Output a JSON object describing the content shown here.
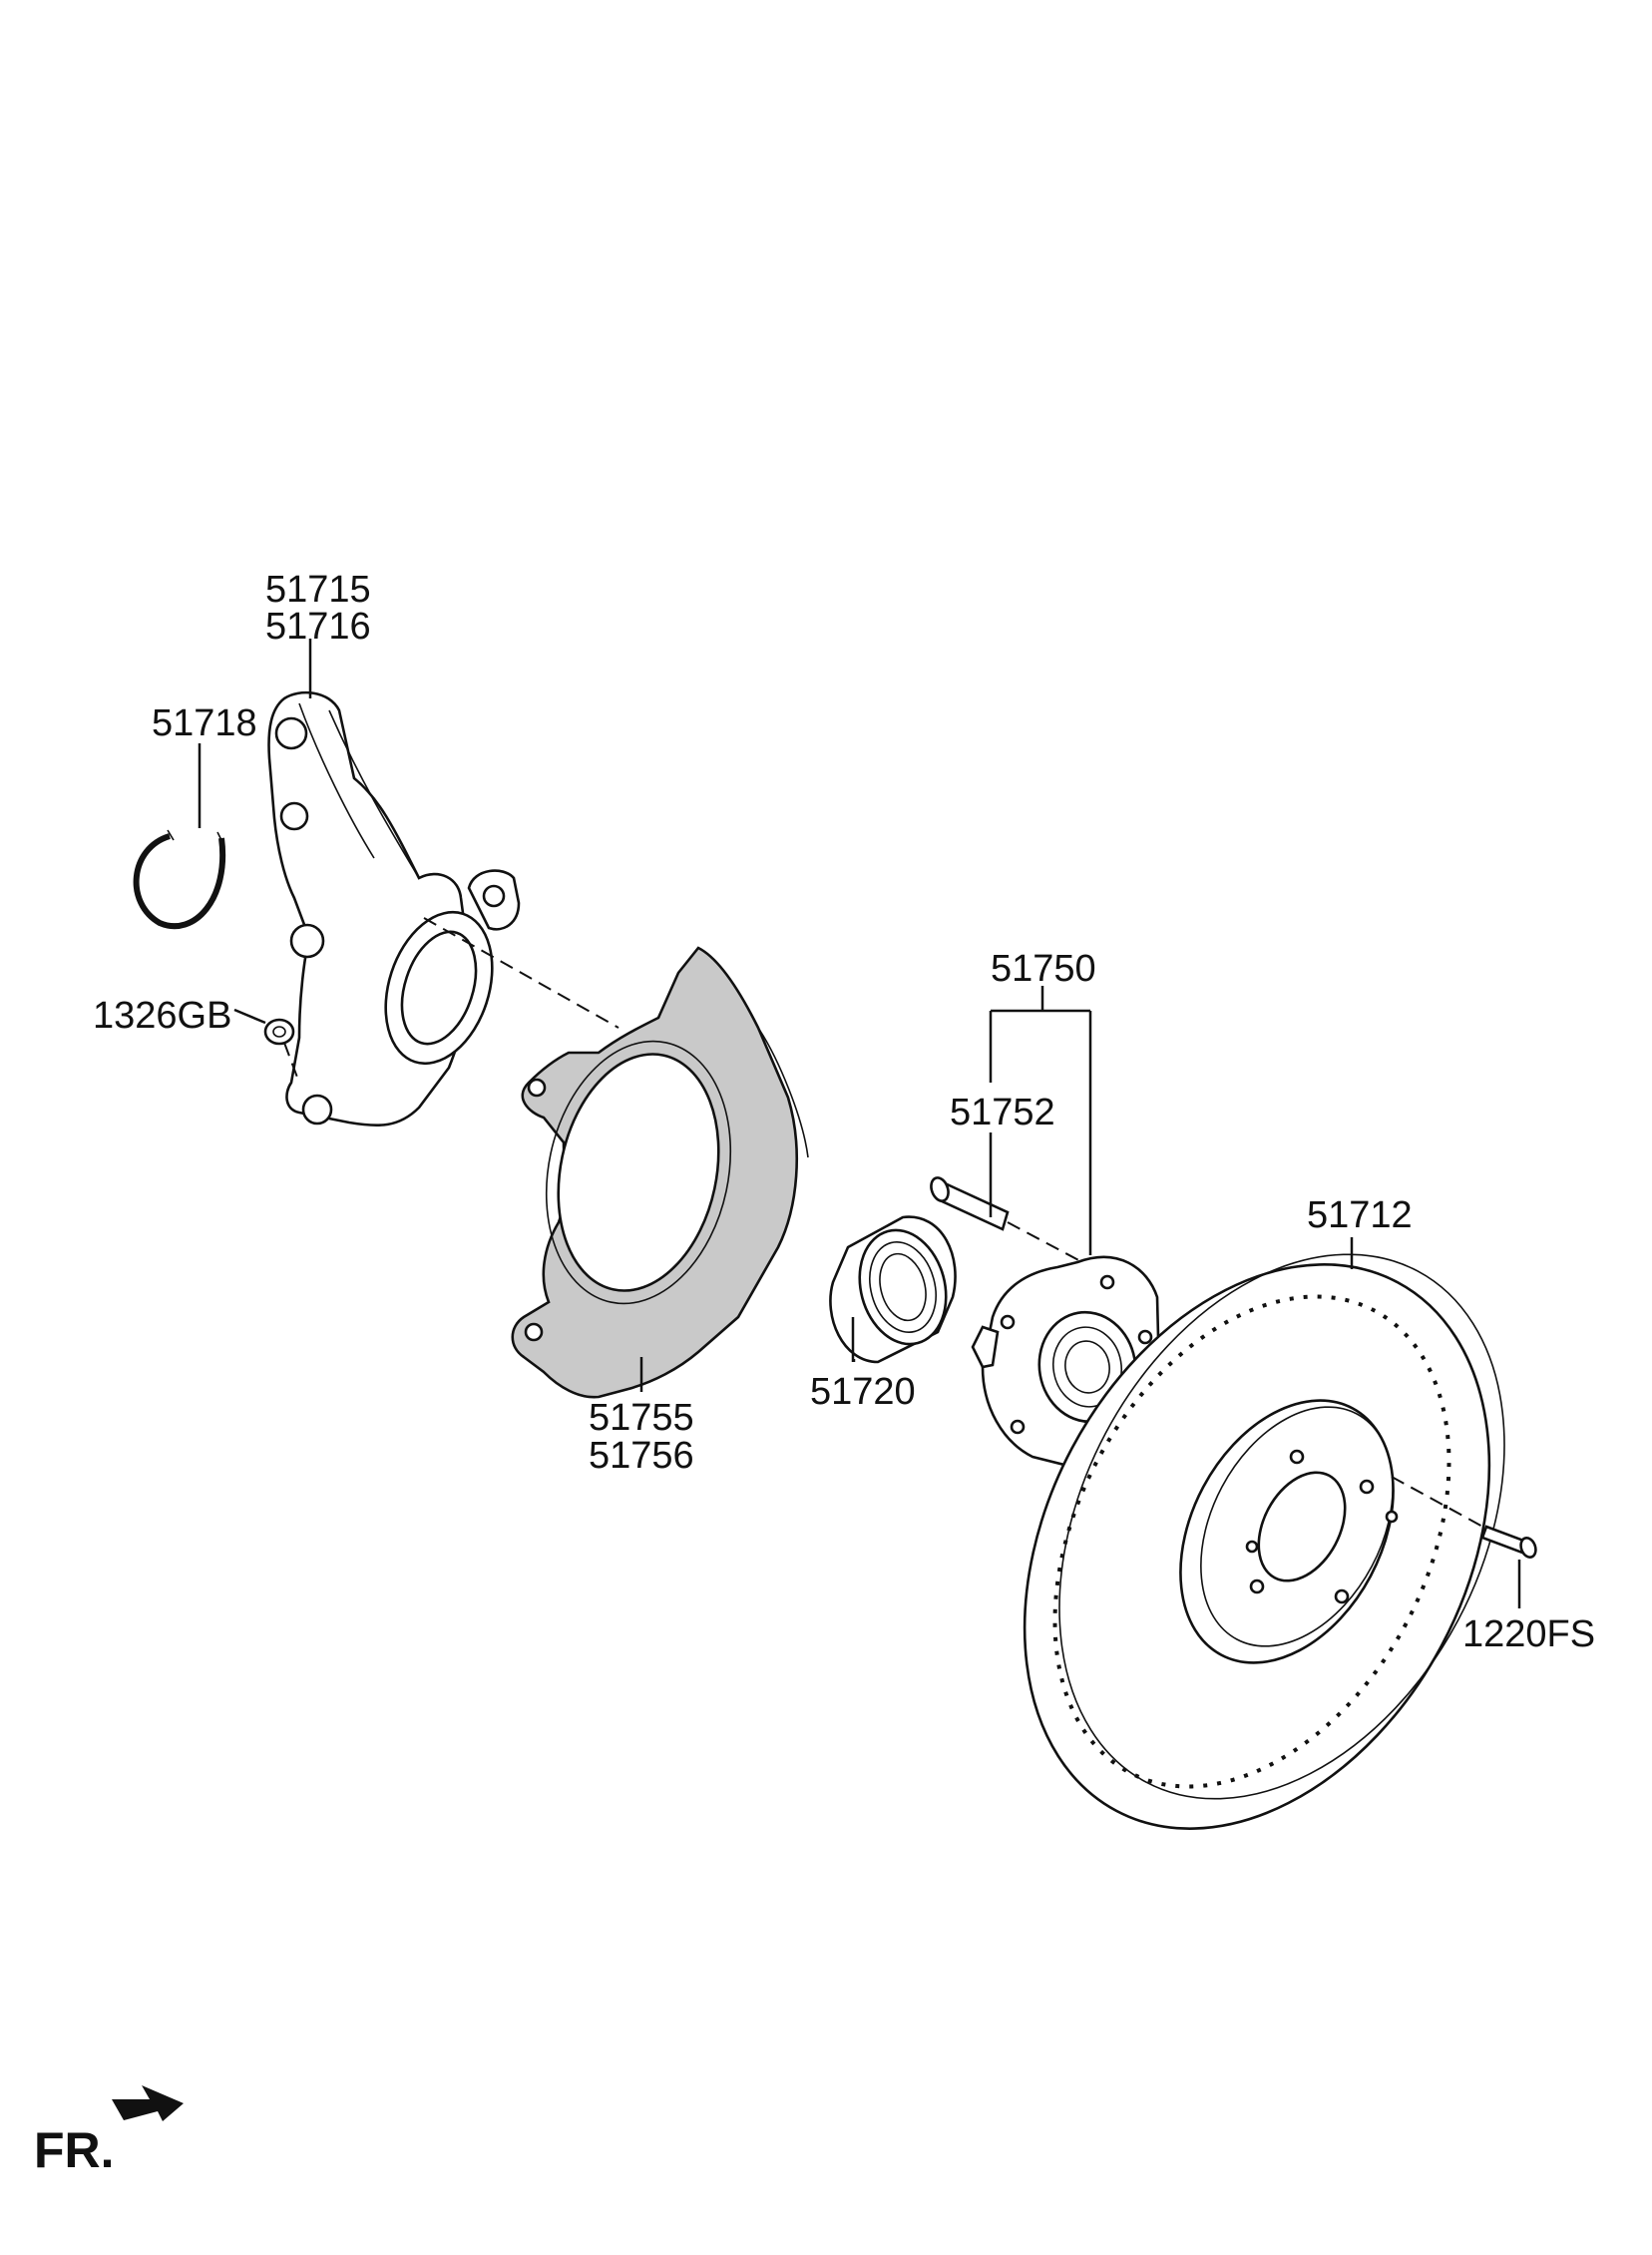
{
  "parts": [
    {
      "id": "knuckle",
      "numbers": [
        "51715",
        "51716"
      ]
    },
    {
      "id": "snap-ring",
      "numbers": [
        "51718"
      ]
    },
    {
      "id": "nut",
      "numbers": [
        "1326GB"
      ]
    },
    {
      "id": "dust-cover",
      "numbers": [
        "51755",
        "51756"
      ]
    },
    {
      "id": "bearing",
      "numbers": [
        "51720"
      ]
    },
    {
      "id": "hub-assembly",
      "numbers": [
        "51750"
      ]
    },
    {
      "id": "hub-bolt",
      "numbers": [
        "51752"
      ]
    },
    {
      "id": "brake-disc",
      "numbers": [
        "51712"
      ]
    },
    {
      "id": "screw",
      "numbers": [
        "1220FS"
      ]
    }
  ],
  "direction": {
    "label": "FR."
  }
}
